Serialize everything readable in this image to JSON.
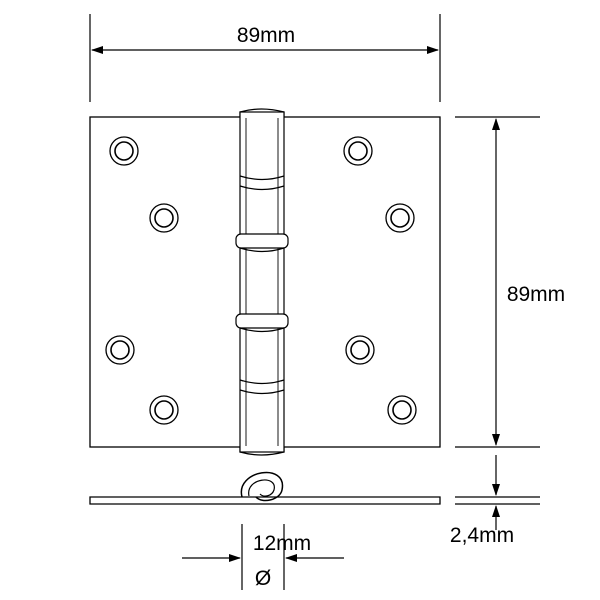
{
  "dimensions": {
    "width_label": "89mm",
    "height_label": "89mm",
    "thickness_label": "2,4mm",
    "pin_label": "12mm",
    "diameter_symbol": "Ø"
  },
  "colors": {
    "line": "#000000",
    "background": "#ffffff"
  }
}
